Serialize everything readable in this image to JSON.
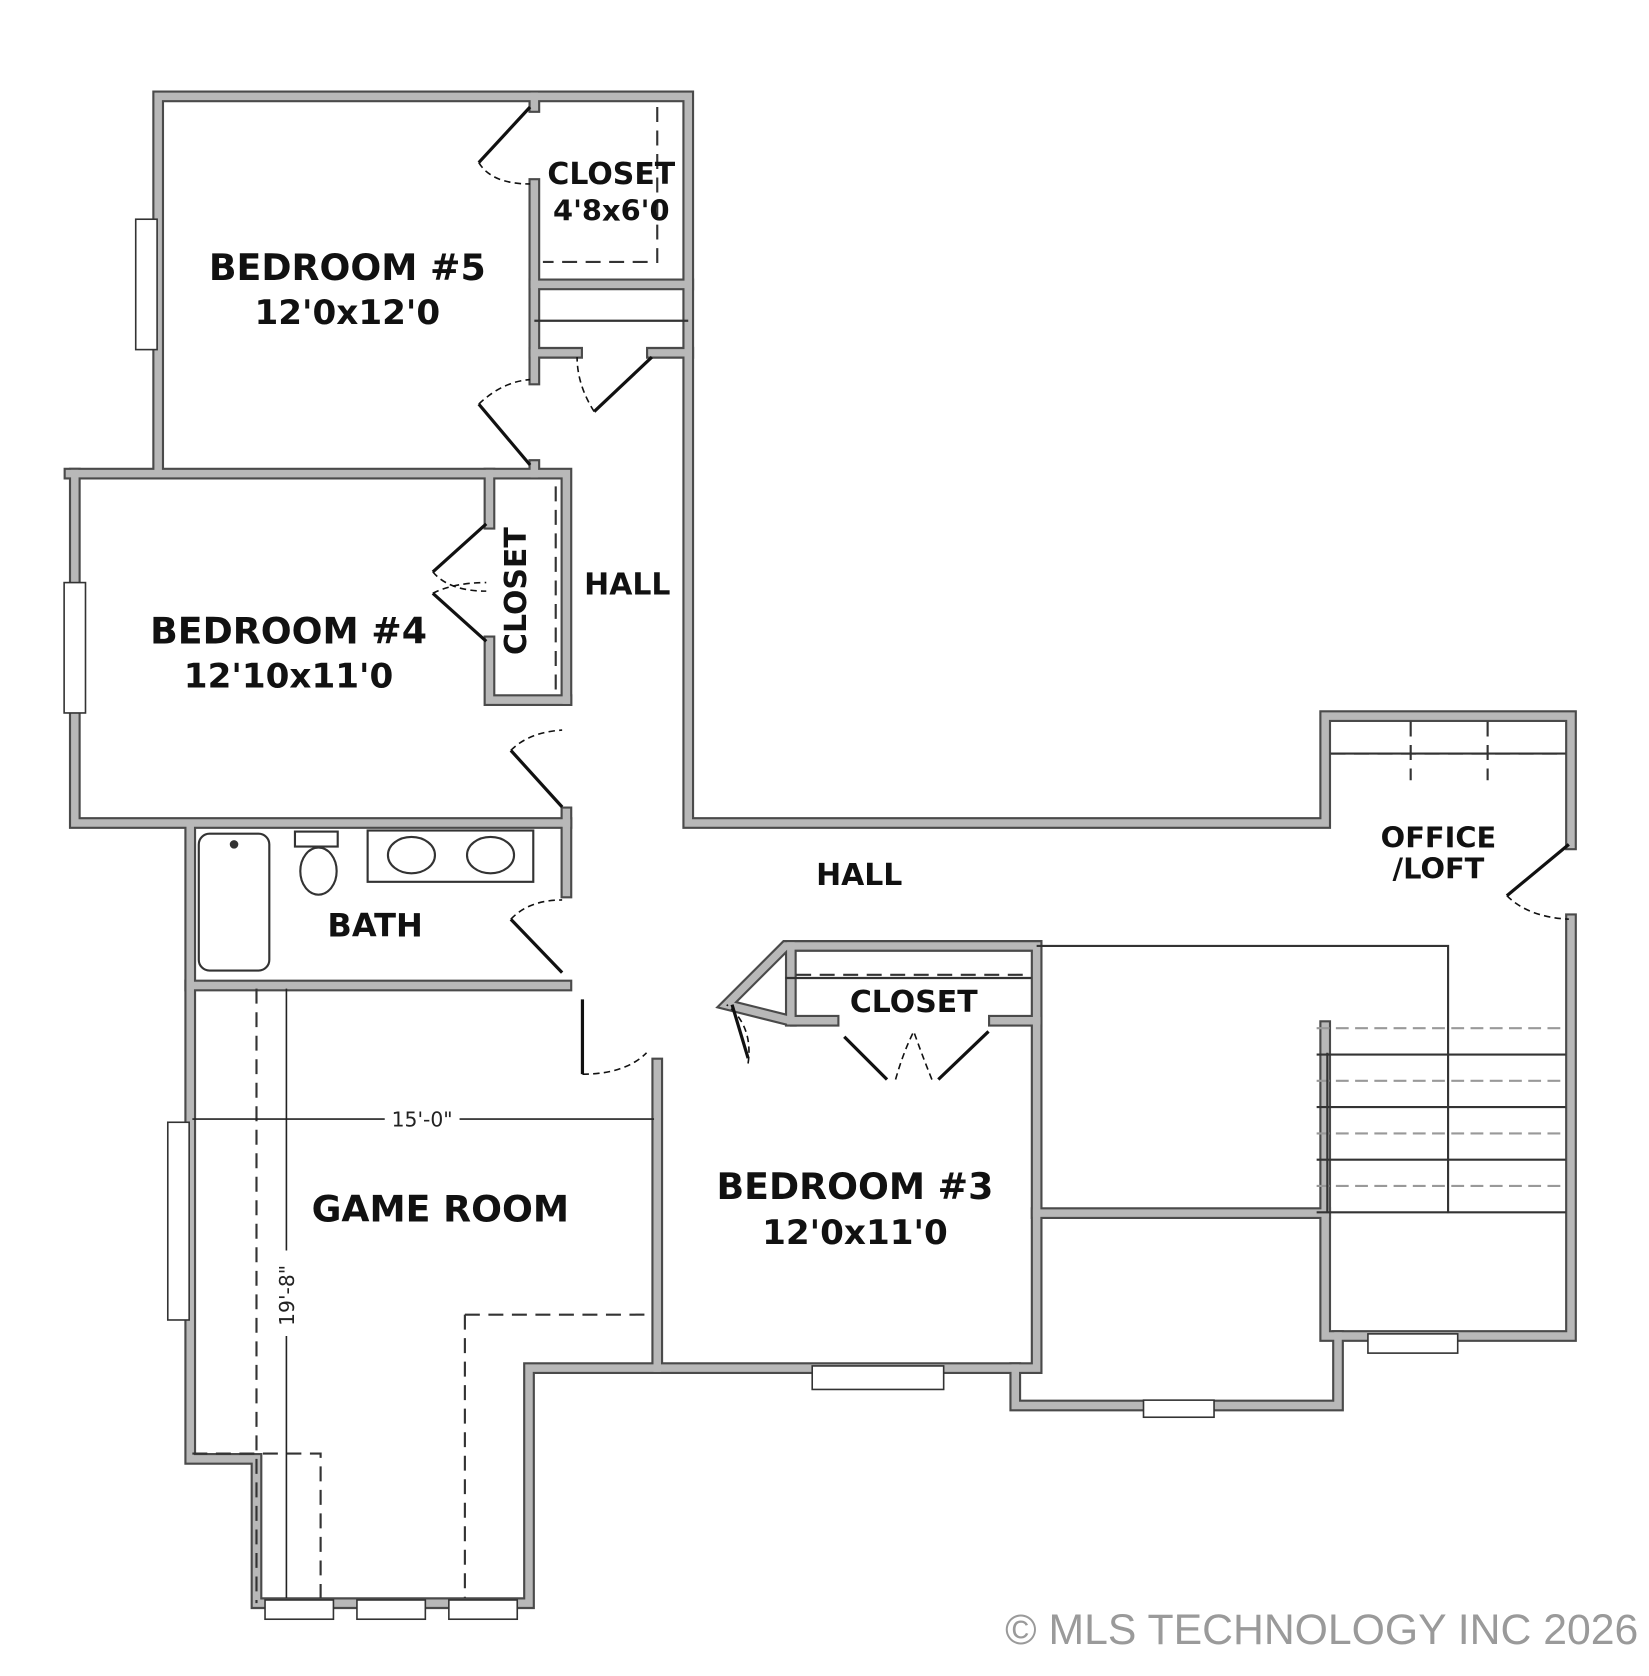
{
  "rooms": {
    "bedroom5": {
      "name": "BEDROOM #5",
      "size": "12'0x12'0"
    },
    "closet5": {
      "name": "CLOSET",
      "size": "4'8x6'0"
    },
    "bedroom4": {
      "name": "BEDROOM #4",
      "size": "12'10x11'0"
    },
    "closet4": {
      "name": "CLOSET"
    },
    "hall_upper": {
      "name": "HALL"
    },
    "hall_main": {
      "name": "HALL"
    },
    "bath": {
      "name": "BATH"
    },
    "office": {
      "name_line1": "OFFICE",
      "name_line2": "/LOFT"
    },
    "closet3": {
      "name": "CLOSET"
    },
    "bedroom3": {
      "name": "BEDROOM #3",
      "size": "12'0x11'0"
    },
    "game_room": {
      "name": "GAME ROOM"
    }
  },
  "dimensions": {
    "game_room_width": "15'-0\"",
    "game_room_length": "19'-8\""
  },
  "watermark": "© MLS TECHNOLOGY INC 2026",
  "colors": {
    "wall_fill": "#b8b8b8",
    "wall_edge": "#4a4a4a",
    "text": "#111111",
    "watermark": "#9a9a9a"
  }
}
